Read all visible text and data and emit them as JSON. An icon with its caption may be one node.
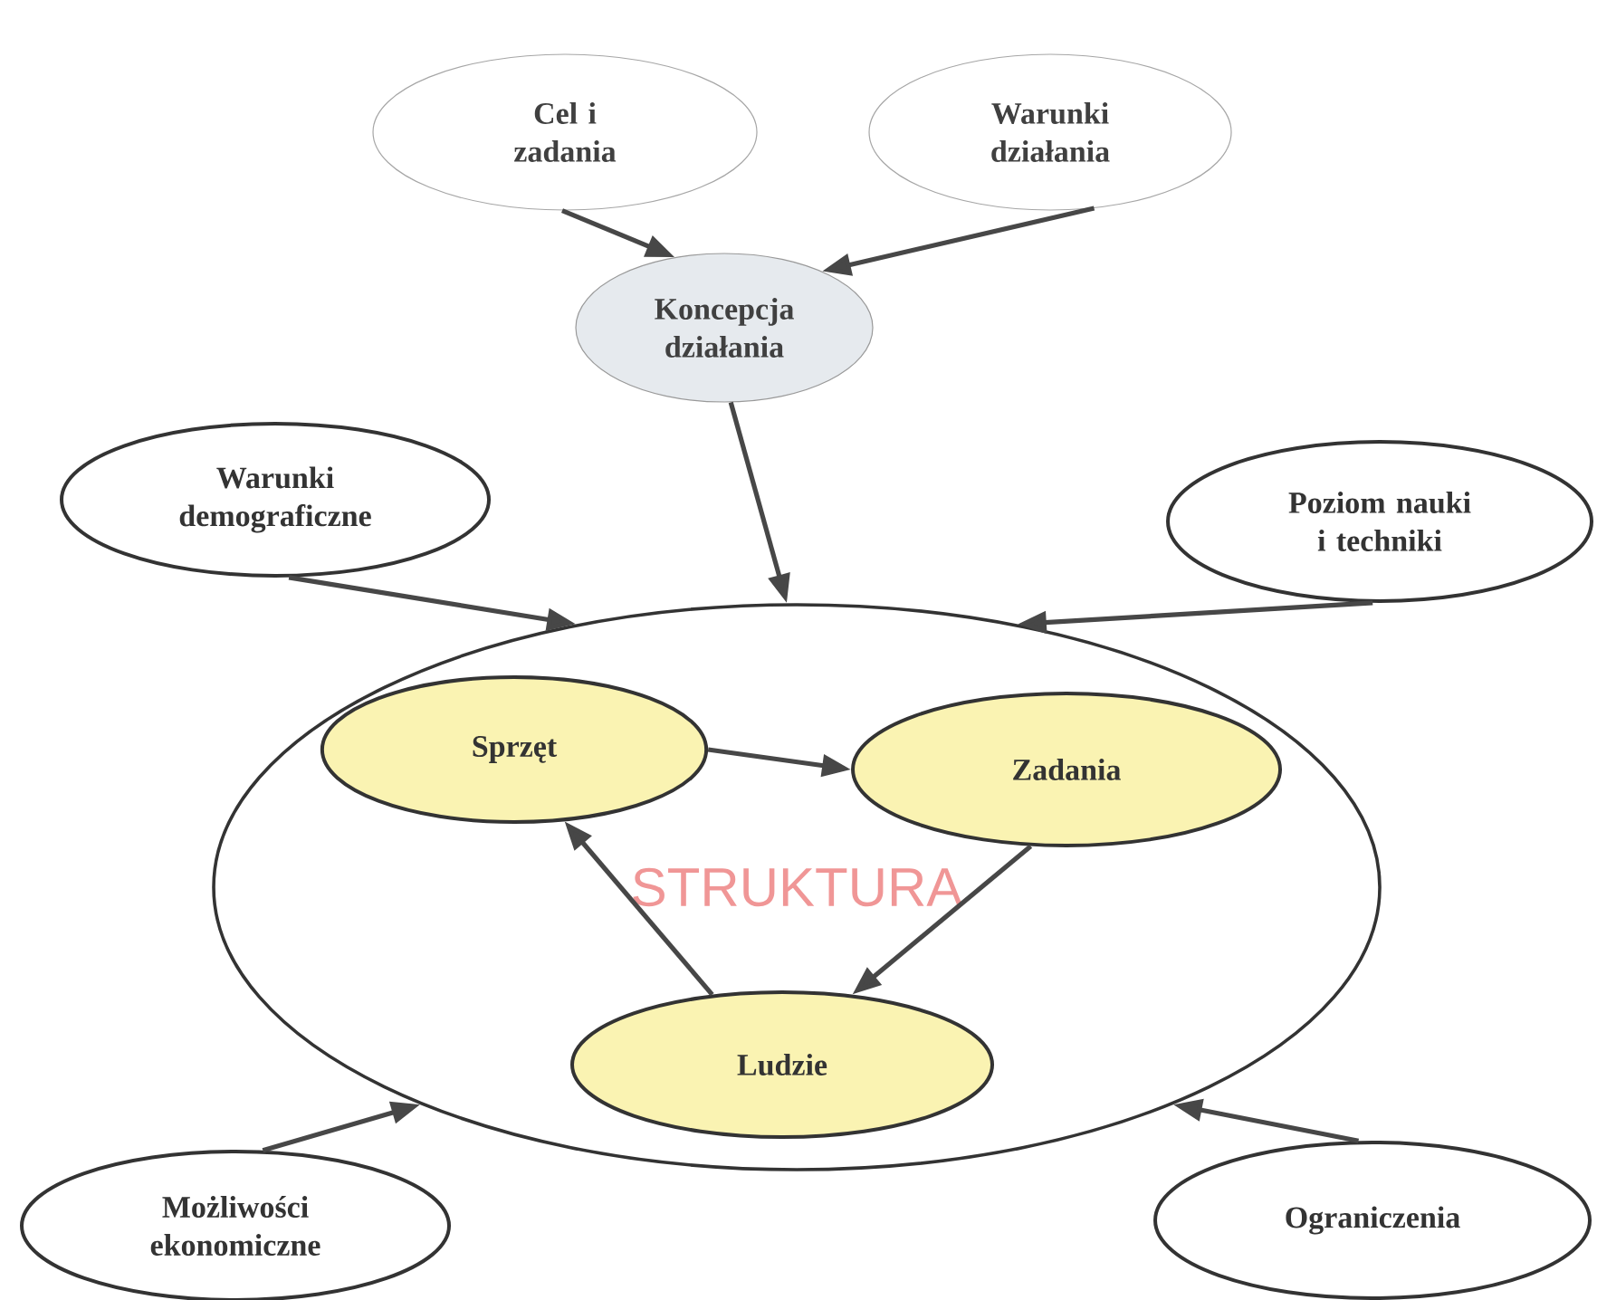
{
  "diagram": {
    "nodes": [
      {
        "text": [
          "Cel i zadania"
        ]
      },
      {
        "text": [
          "Warunki działania"
        ]
      },
      {
        "text": [
          "Koncepcja działania"
        ]
      },
      {
        "text": [
          "Warunki demograficzne"
        ]
      },
      {
        "text": [
          "Poziom nauki i techniki"
        ]
      },
      {
        "text": [
          "STRUKTURA"
        ]
      },
      {
        "text": [
          "Sprzęt"
        ],
        "in": 5
      },
      {
        "text": [
          "Zadania"
        ],
        "in": 5
      },
      {
        "text": [
          "Ludzie"
        ],
        "in": 5
      },
      {
        "text": [
          "Możliwości ekonomiczne"
        ]
      },
      {
        "text": [
          "Ograniczenia"
        ]
      }
    ],
    "edges": [
      {
        "from": 0,
        "to": 2,
        "arrow": "to"
      },
      {
        "from": 1,
        "to": 2,
        "arrow": "to"
      },
      {
        "from": 2,
        "to": 5,
        "arrow": "to"
      },
      {
        "from": 3,
        "to": 5,
        "arrow": "to"
      },
      {
        "from": 4,
        "to": 5,
        "arrow": "to"
      },
      {
        "from": 6,
        "to": 7,
        "arrow": "to"
      },
      {
        "from": 7,
        "to": 8,
        "arrow": "to"
      },
      {
        "from": 8,
        "to": 6,
        "arrow": "to"
      },
      {
        "from": 9,
        "to": 5,
        "arrow": "to"
      },
      {
        "from": 10,
        "to": 5,
        "arrow": "to"
      }
    ]
  }
}
